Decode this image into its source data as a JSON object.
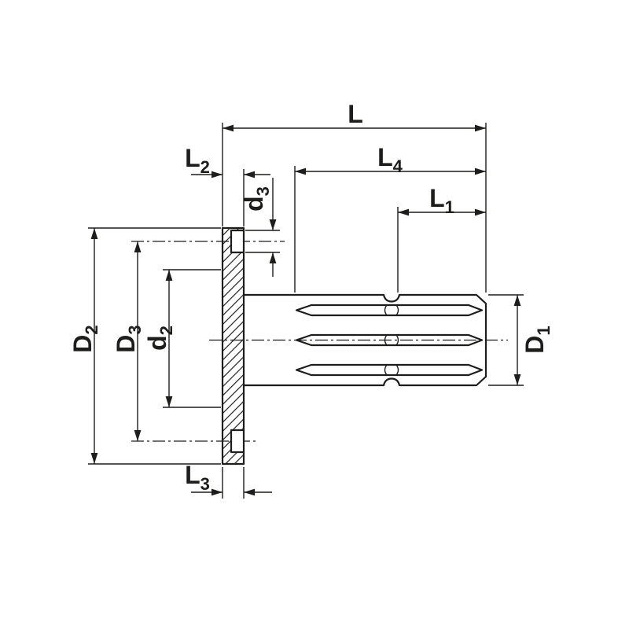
{
  "drawing": {
    "colors": {
      "bg": "#ffffff",
      "line": "#1d1d1b",
      "hatch": "#1d1d1b"
    },
    "labels": {
      "L": {
        "base": "L",
        "sub": ""
      },
      "L4": {
        "base": "L",
        "sub": "4"
      },
      "L1": {
        "base": "L",
        "sub": "1"
      },
      "L2": {
        "base": "L",
        "sub": "2"
      },
      "L3": {
        "base": "L",
        "sub": "3"
      },
      "d3": {
        "base": "d",
        "sub": "3"
      },
      "D2": {
        "base": "D",
        "sub": "2"
      },
      "D3": {
        "base": "D",
        "sub": "3"
      },
      "d2": {
        "base": "d",
        "sub": "2"
      },
      "D1": {
        "base": "D",
        "sub": "1"
      }
    }
  }
}
